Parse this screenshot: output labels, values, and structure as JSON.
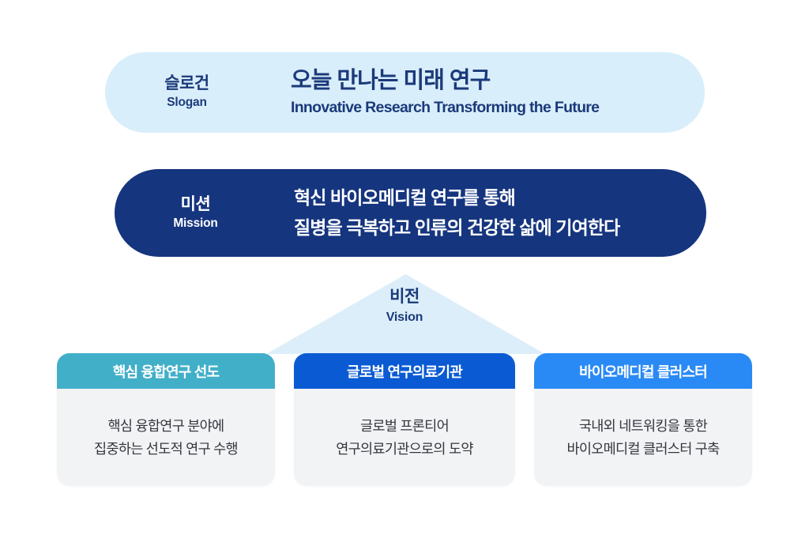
{
  "slogan": {
    "label_ko": "슬로건",
    "label_en": "Slogan",
    "title": "오늘 만나는 미래 연구",
    "subtitle": "Innovative Research Transforming the Future",
    "background_color": "#D9EEFB",
    "text_color": "#1B3A7A"
  },
  "mission": {
    "label_ko": "미션",
    "label_en": "Mission",
    "line1": "혁신 바이오메디컬 연구를 통해",
    "line2": "질병을 극복하고 인류의 건강한 삶에 기여한다",
    "background_color": "#16357F",
    "text_color": "#FFFFFF"
  },
  "vision": {
    "label_ko": "비전",
    "label_en": "Vision",
    "roof_color": "#DCEEF9",
    "text_color": "#1B3A7A"
  },
  "pillars": [
    {
      "title": "핵심 융합연구 선도",
      "line1": "핵심 융합연구 분야에",
      "line2": "집중하는 선도적 연구 수행",
      "header_color": "#42AFC9",
      "body_color": "#F2F3F5"
    },
    {
      "title": "글로벌 연구의료기관",
      "line1": "글로벌 프론티어",
      "line2": "연구의료기관으로의 도약",
      "header_color": "#0A5BD3",
      "body_color": "#F2F3F5"
    },
    {
      "title": "바이오메디컬 클러스터",
      "line1": "국내외 네트워킹을 통한",
      "line2": "바이오메디컬 클러스터 구축",
      "header_color": "#2A8AF5",
      "body_color": "#F2F3F5"
    }
  ]
}
